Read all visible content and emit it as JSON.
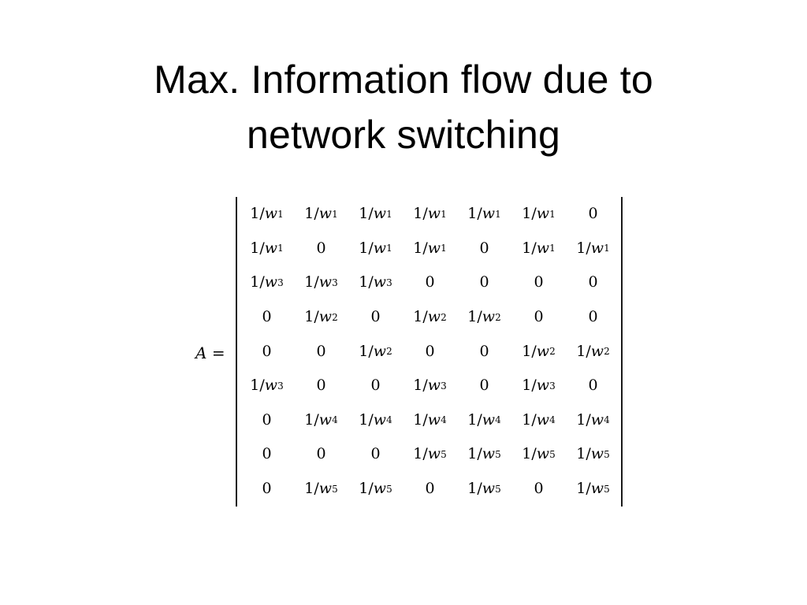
{
  "slide": {
    "title_lines": [
      "Max. Information flow due to",
      "network switching"
    ]
  },
  "equation": {
    "lhs_variable": "A",
    "lhs_equals": "=",
    "matrix": [
      [
        "1/w1",
        "1/w1",
        "1/w1",
        "1/w1",
        "1/w1",
        "1/w1",
        "0"
      ],
      [
        "1/w1",
        "0",
        "1/w1",
        "1/w1",
        "0",
        "1/w1",
        "1/w1"
      ],
      [
        "1/w3",
        "1/w3",
        "1/w3",
        "0",
        "0",
        "0",
        "0"
      ],
      [
        "0",
        "1/w2",
        "0",
        "1/w2",
        "1/w2",
        "0",
        "0"
      ],
      [
        "0",
        "0",
        "1/w2",
        "0",
        "0",
        "1/w2",
        "1/w2"
      ],
      [
        "1/w3",
        "0",
        "0",
        "1/w3",
        "0",
        "1/w3",
        "0"
      ],
      [
        "0",
        "1/w4",
        "1/w4",
        "1/w4",
        "1/w4",
        "1/w4",
        "1/w4"
      ],
      [
        "0",
        "0",
        "0",
        "1/w5",
        "1/w5",
        "1/w5",
        "1/w5"
      ],
      [
        "0",
        "1/w5",
        "1/w5",
        "0",
        "1/w5",
        "0",
        "1/w5"
      ]
    ]
  }
}
